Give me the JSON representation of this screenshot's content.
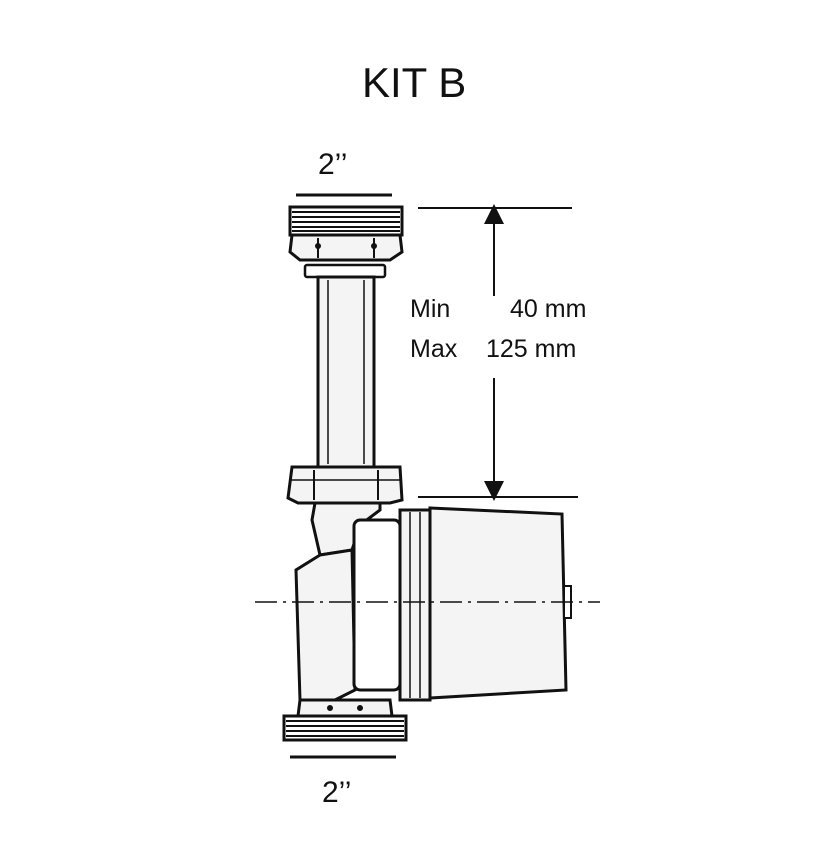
{
  "title": "KIT B",
  "top_connection_size": "2’’",
  "bottom_connection_size": "2’’",
  "dimension": {
    "min_label": "Min",
    "min_value": "40 mm",
    "max_label": "Max",
    "max_value": "125 mm"
  },
  "colors": {
    "line": "#111111",
    "body_fill": "#f4f4f4",
    "background": "#ffffff"
  }
}
